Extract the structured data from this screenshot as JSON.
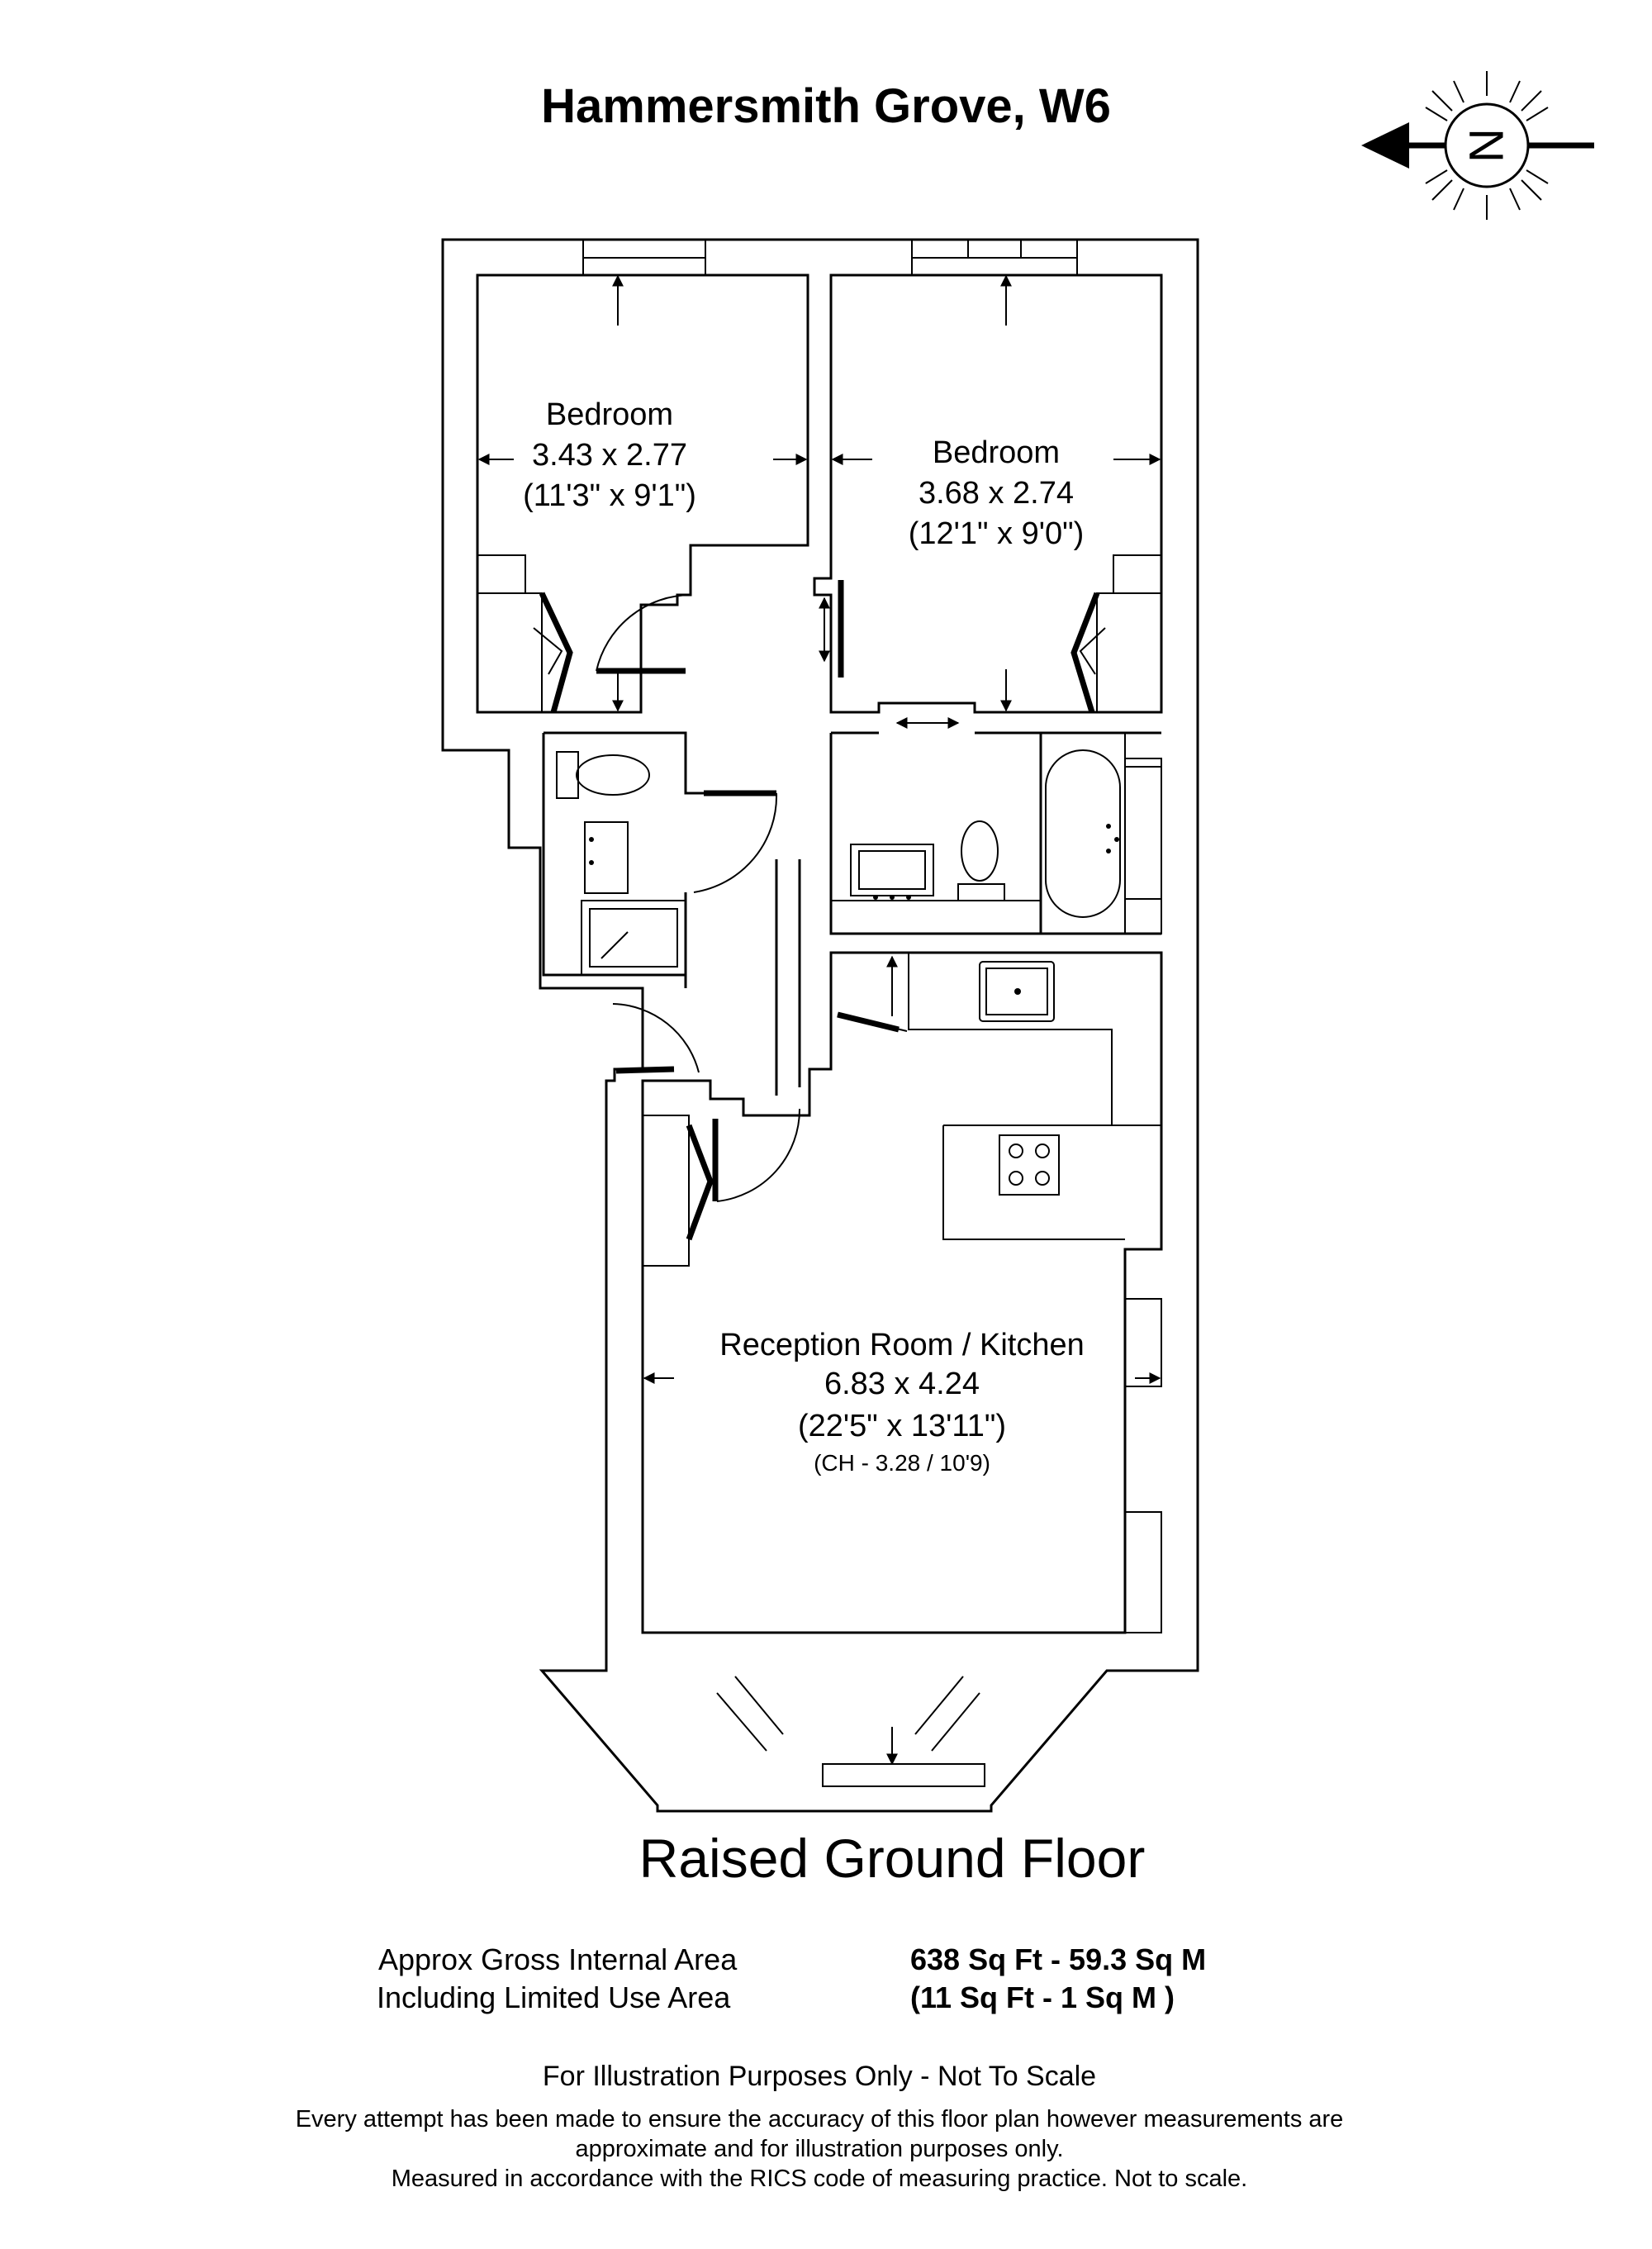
{
  "title": "Hammersmith Grove, W6",
  "compass": {
    "label": "N",
    "icon": "north-compass-icon",
    "points": "west"
  },
  "rooms": {
    "bedroom_1": {
      "name": "Bedroom",
      "metric": "3.43 x 2.77",
      "imperial": "(11'3\" x 9'1\")"
    },
    "bedroom_2": {
      "name": "Bedroom",
      "metric": "3.68 x 2.74",
      "imperial": "(12'1\" x 9'0\")"
    },
    "reception": {
      "name": "Reception Room / Kitchen",
      "metric": "6.83 x 4.24",
      "imperial": "(22'5\" x 13'11\")",
      "ceiling": "(CH - 3.28 / 10'9)"
    }
  },
  "floor_name": "Raised Ground Floor",
  "area": {
    "gross_label": "Approx Gross Internal Area",
    "gross_value": "638 Sq Ft - 59.3 Sq M",
    "limited_label": "Including Limited Use Area",
    "limited_value": "(11 Sq Ft -  1 Sq M )"
  },
  "footer": {
    "notice": "For Illustration Purposes Only - Not To Scale",
    "line1": "Every attempt has been made to ensure the accuracy of this floor plan however measurements are",
    "line2": "approximate and for illustration purposes only.",
    "line3": "Measured in accordance with the RICS code of measuring practice. Not to scale."
  },
  "colors": {
    "line": "#000000",
    "background": "#ffffff"
  }
}
